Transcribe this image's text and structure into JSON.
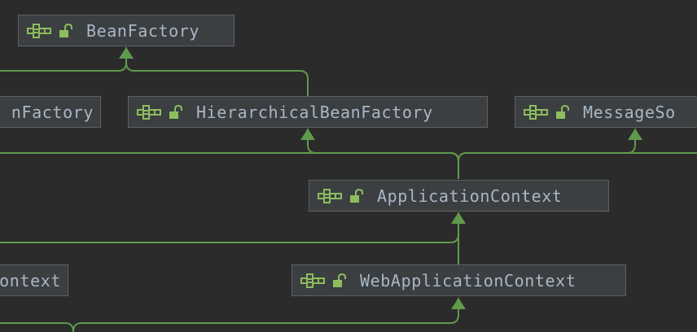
{
  "diagram": {
    "colors": {
      "background": "#2b2b2b",
      "node_fill": "#3c3f41",
      "node_border": "#5e6164",
      "edge": "#5f9a4c",
      "text": "#a9b7c6",
      "icon": "#8dbd5d"
    },
    "icons": [
      "interface-icon",
      "unlock-icon"
    ],
    "nodes": [
      {
        "id": "bean-factory",
        "label": "BeanFactory"
      },
      {
        "id": "listable-bean-factory",
        "label": "nFactory"
      },
      {
        "id": "hierarchical-bean-factory",
        "label": "HierarchicalBeanFactory"
      },
      {
        "id": "message-source",
        "label": "MessageSo"
      },
      {
        "id": "application-context",
        "label": "ApplicationContext"
      },
      {
        "id": "configurable-context",
        "label": "ontext"
      },
      {
        "id": "web-application-context",
        "label": "WebApplicationContext"
      }
    ],
    "edges": [
      {
        "from": "listable-bean-factory",
        "to": "bean-factory"
      },
      {
        "from": "hierarchical-bean-factory",
        "to": "bean-factory"
      },
      {
        "from": "application-context",
        "to": "listable-bean-factory"
      },
      {
        "from": "application-context",
        "to": "hierarchical-bean-factory"
      },
      {
        "from": "application-context",
        "to": "message-source"
      },
      {
        "from": "web-application-context",
        "to": "application-context"
      },
      {
        "from": "configurable-context",
        "to": "application-context"
      },
      {
        "from": "configurable-context",
        "to": "web-application-context"
      }
    ]
  }
}
